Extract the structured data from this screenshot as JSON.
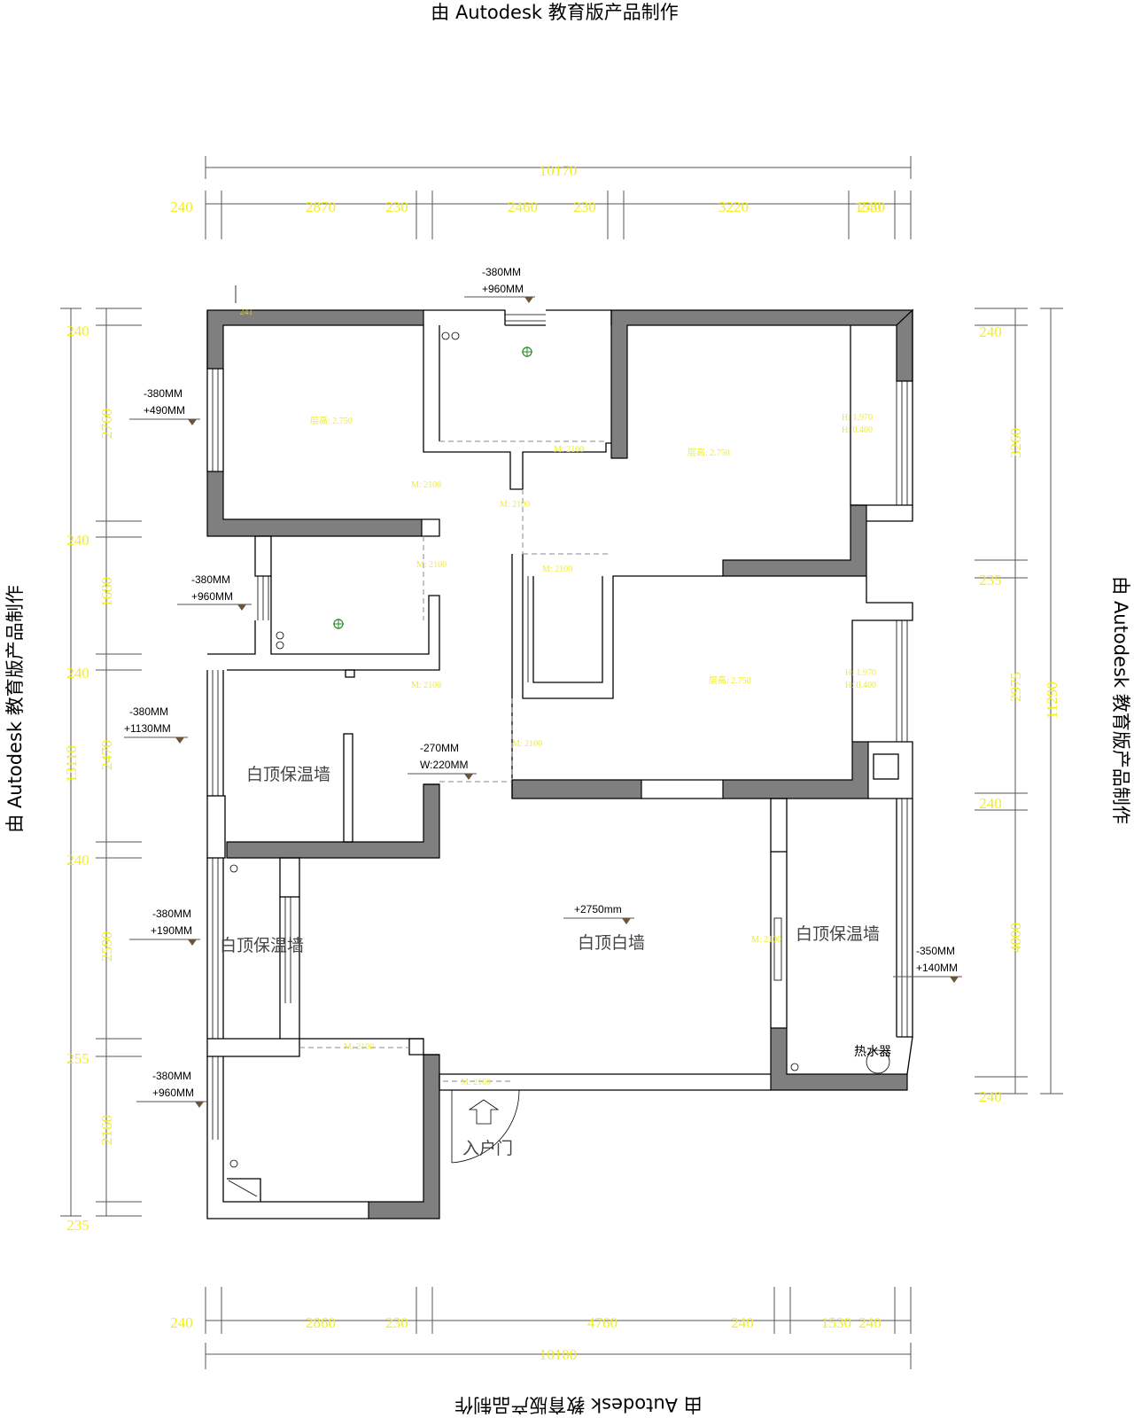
{
  "watermark": {
    "top": "由 Autodesk 教育版产品制作",
    "bottom": "由 Autodesk 教育版产品制作",
    "left": "由 Autodesk 教育版产品制作",
    "right": "由 Autodesk 教育版产品制作"
  },
  "dimensions": {
    "top_total": "10170",
    "top_segments": [
      "240",
      "2870",
      "230",
      "2460",
      "230",
      "3220",
      "1530",
      "240"
    ],
    "bottom_total": "10100",
    "bottom_segments": [
      "240",
      "2860",
      "230",
      "4760",
      "240",
      "1530",
      "240"
    ],
    "left_total": "13110",
    "left_segments": [
      "240",
      "2760",
      "240",
      "1680",
      "240",
      "2470",
      "240",
      "2590",
      "255",
      "2160",
      "235"
    ],
    "right_total": "11290",
    "right_segments": [
      "240",
      "3260",
      "235",
      "2975",
      "240",
      "4000",
      "240"
    ]
  },
  "levels": [
    {
      "a": "-380MM",
      "b": "+960MM"
    },
    {
      "a": "-380MM",
      "b": "+490MM"
    },
    {
      "a": "-380MM",
      "b": "+960MM"
    },
    {
      "a": "-380MM",
      "b": "+1130MM"
    },
    {
      "a": "-270MM",
      "b": "W:220MM"
    },
    {
      "a": "-380MM",
      "b": "+190MM"
    },
    {
      "a": "-350MM",
      "b": "+140MM"
    },
    {
      "a": "-380MM",
      "b": "+960MM"
    },
    {
      "a": "+2750mm",
      "b": ""
    }
  ],
  "room_labels": {
    "room_a": "白顶保温墙",
    "room_b": "白顶保温墙",
    "room_c": "白顶保温墙",
    "living": "白顶白墙",
    "water_heater": "热水器",
    "entrance": "入户门"
  }
}
